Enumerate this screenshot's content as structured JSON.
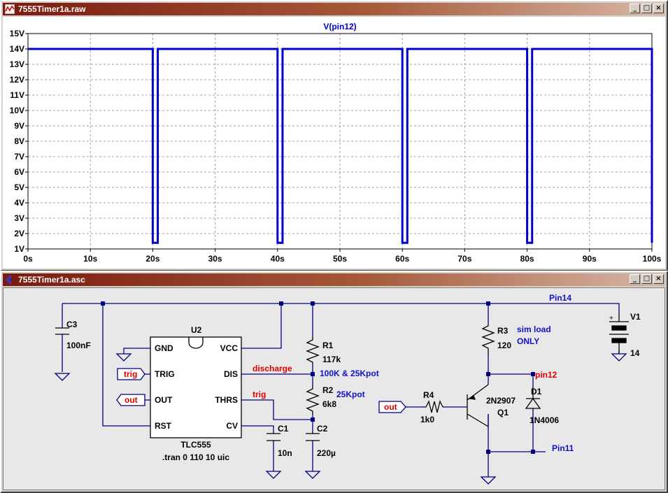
{
  "waveform_window": {
    "title": "7555Timer1a.raw",
    "trace_label": "V(pin12)",
    "controls": [
      "_",
      "□",
      "×"
    ]
  },
  "chart_data": {
    "type": "line",
    "title": "V(pin12)",
    "xlabel": "",
    "ylabel": "",
    "x_ticks": [
      "0s",
      "10s",
      "20s",
      "30s",
      "40s",
      "50s",
      "60s",
      "70s",
      "80s",
      "90s",
      "100s"
    ],
    "y_ticks": [
      "1V",
      "2V",
      "3V",
      "4V",
      "5V",
      "6V",
      "7V",
      "8V",
      "9V",
      "10V",
      "11V",
      "12V",
      "13V",
      "14V",
      "15V"
    ],
    "xlim": [
      0,
      100
    ],
    "ylim": [
      1,
      15
    ],
    "grid": true,
    "color": "#0000cc",
    "series": [
      {
        "x": [
          0,
          20,
          20,
          20.8,
          20.8,
          40,
          40,
          40.8,
          40.8,
          60,
          60,
          60.8,
          60.8,
          80,
          80,
          80.8,
          80.8,
          100,
          100
        ],
        "values": [
          14,
          14,
          1.4,
          1.4,
          14,
          14,
          1.4,
          1.4,
          14,
          14,
          1.4,
          1.4,
          14,
          14,
          1.4,
          1.4,
          14,
          14,
          1.4
        ]
      }
    ]
  },
  "schematic_window": {
    "title": "7555Timer1a.asc",
    "controls": [
      "_",
      "□",
      "×"
    ],
    "ic": {
      "ref": "U2",
      "part": "TLC555",
      "pins": [
        "GND",
        "TRIG",
        "OUT",
        "RST",
        "VCC",
        "DIS",
        "THRS",
        "CV"
      ]
    },
    "directive": ".tran 0 110 10 uic",
    "labels": {
      "c3": "C3",
      "c3v": "100nF",
      "r1": "R1",
      "r1v": "117k",
      "r2": "R2",
      "r2v": "6k8",
      "c1": "C1",
      "c1v": "10n",
      "c2": "C2",
      "c2v": "220µ",
      "r3": "R3",
      "r3v": "120",
      "r4": "R4",
      "r4v": "1k0",
      "q1": "Q1",
      "q1v": "2N2907",
      "d1": "D1",
      "d1v": "1N4006",
      "v1": "V1",
      "v1v": "14"
    },
    "notes": {
      "discharge": "discharge",
      "trig_net": "trig",
      "pot1": "100K & 25Kpot",
      "pot2": "25Kpot",
      "simload1": "sim load",
      "simload2": "ONLY",
      "pin14": "Pin14",
      "pin12": "pin12",
      "pin11": "Pin11"
    },
    "net_flags": {
      "trig": "trig",
      "out_ic": "out",
      "out_base": "out"
    },
    "colors": {
      "wire": "#000080",
      "note_red": "#dd0000",
      "note_blue": "#1010cc"
    }
  }
}
